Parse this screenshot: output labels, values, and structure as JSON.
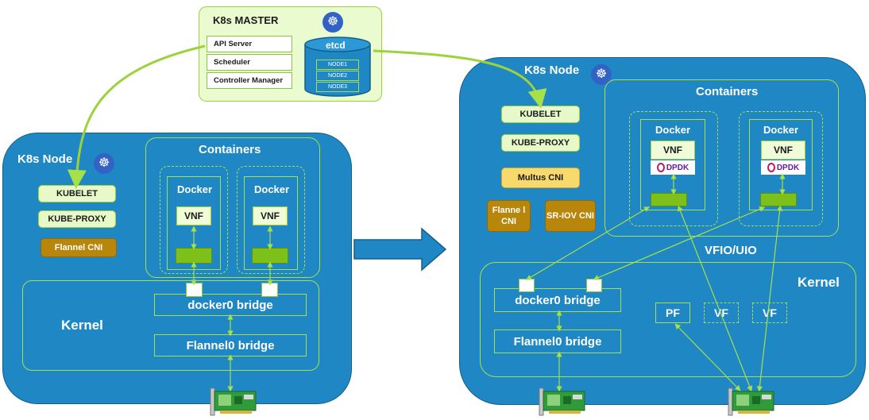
{
  "master": {
    "title": "K8s MASTER",
    "components": [
      "API Server",
      "Scheduler",
      "Controller Manager"
    ],
    "etcd_label": "etcd",
    "etcd_nodes": [
      "NODE1",
      "NODE2",
      "NODE3"
    ]
  },
  "left_node": {
    "title": "K8s Node",
    "kubelet": "KUBELET",
    "kube_proxy": "KUBE-PROXY",
    "cni": "Flannel CNI",
    "containers_title": "Containers",
    "docker_label": "Docker",
    "vnf_label": "VNF",
    "kernel_label": "Kernel",
    "docker_bridge": "docker0 bridge",
    "flannel_bridge": "Flannel0 bridge"
  },
  "right_node": {
    "title": "K8s Node",
    "kubelet": "KUBELET",
    "kube_proxy": "KUBE-PROXY",
    "multus": "Multus CNI",
    "flannel_cni": "Flanne l CNI",
    "sriov_cni": "SR-IOV CNI",
    "containers_title": "Containers",
    "docker_label": "Docker",
    "vnf_label": "VNF",
    "dpdk_label": "DPDK",
    "vfio_label": "VFIO/UIO",
    "kernel_label": "Kernel",
    "docker_bridge": "docker0 bridge",
    "flannel_bridge": "Flannel0 bridge",
    "pf_label": "PF",
    "vf_label": "VF"
  },
  "icons": {
    "k8s": "kubernetes-helm-icon",
    "nic": "network-card-icon",
    "arrow": "right-arrow-icon"
  },
  "colors": {
    "node_bg": "#1f88c4",
    "accent_green": "#a6e04a",
    "cni_gold": "#b8860b",
    "multus_yellow": "#f7da6b",
    "arrow_blue": "#1f88c4"
  }
}
